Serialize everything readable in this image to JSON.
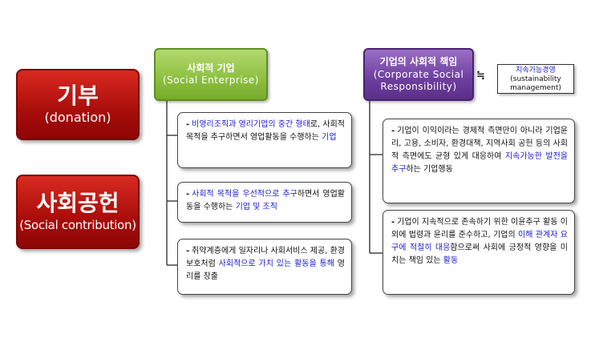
{
  "left": {
    "donation": {
      "title": "기부",
      "subtitle": "(donation)"
    },
    "social_contribution": {
      "title": "사회공헌",
      "subtitle": "(Social contribution)"
    }
  },
  "social_enterprise": {
    "header_ko": "사회적 기업",
    "header_en": "(Social Enterprise)",
    "items": [
      {
        "dash": "-",
        "segments": [
          {
            "t": "비영리조직과 영리기업의 중간 형태",
            "hl": true
          },
          {
            "t": "로, 사회적 목적을 추구하면서 영업활동을 수행하는 ",
            "hl": false
          },
          {
            "t": "기업",
            "hl": true
          }
        ]
      },
      {
        "dash": "-",
        "segments": [
          {
            "t": "사회적 목적을 우선적으로 추구",
            "hl": true
          },
          {
            "t": "하면서 영업활동을 수행하는 ",
            "hl": false
          },
          {
            "t": "기업 및 조직",
            "hl": true
          }
        ]
      },
      {
        "dash": "-",
        "segments": [
          {
            "t": "취약계층에게 일자리나 사회서비스 제공, 환경보호처럼 ",
            "hl": false
          },
          {
            "t": "사회적으로 가치 있는 활동을 통해",
            "hl": true
          },
          {
            "t": " 영리를 창출",
            "hl": false
          }
        ]
      }
    ]
  },
  "csr": {
    "header_ko": "기업의 사회적 책임",
    "header_en_1": "(Corporate Social",
    "header_en_2": "Responsibility)",
    "items": [
      {
        "dash": "-",
        "segments": [
          {
            "t": "기업이 이익이라는 경제적 측면만이 아니라 기업윤리, 고용, 소비자, 환경대책, 지역사회 공헌 등의 사회적 측면에도 균형 있게 대응하여 ",
            "hl": false
          },
          {
            "t": "지속가능한 발전을 추구",
            "hl": true
          },
          {
            "t": "하는 기업행동",
            "hl": false
          }
        ]
      },
      {
        "dash": "-",
        "segments": [
          {
            "t": "기업이 지속적으로 존속하기 위한 이윤추구 활동 이외에 법령과 윤리를 준수하고, 기업의 ",
            "hl": false
          },
          {
            "t": "이해 관계자 요구에 적절히 대응",
            "hl": true
          },
          {
            "t": "함으로써 사회에 긍정적 영향을 미치는 책임 있는 ",
            "hl": false
          },
          {
            "t": "활동",
            "hl": true
          }
        ]
      }
    ]
  },
  "approx_symbol": "≒",
  "sustainability": {
    "ko": "지속가능경영",
    "en_1": "(sustainability",
    "en_2": "management)"
  },
  "colors": {
    "red": "#a80d0a",
    "green": "#8cbf3f",
    "purple": "#6d3e9e",
    "highlight": "#1a1ad0"
  }
}
